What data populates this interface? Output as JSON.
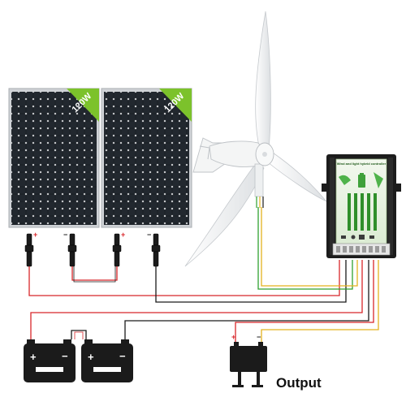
{
  "panels": [
    {
      "badge": "120W"
    },
    {
      "badge": "120W"
    }
  ],
  "controller": {
    "title": "Wind and light hybrid controller"
  },
  "output": {
    "label": "Output"
  },
  "colors": {
    "positive_wire": "#d8262a",
    "negative_wire": "#1a1a1a",
    "turbine_wire_1": "#2fa12f",
    "turbine_wire_2": "#e3b21f",
    "panel_cell": "#1b2026",
    "panel_frame": "#c9ccd0",
    "badge": "#7cc22b",
    "controller_body": "#1c1c1c",
    "controller_face": "#e8f2df",
    "turbine_body": "#f4f5f5"
  },
  "icons": [
    "solar-panel",
    "wind-turbine",
    "charge-controller",
    "battery",
    "load"
  ]
}
